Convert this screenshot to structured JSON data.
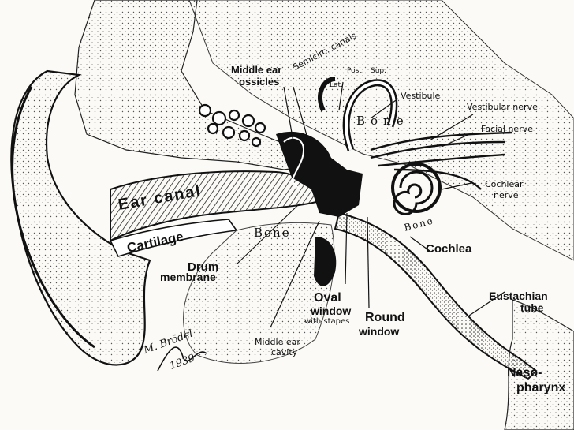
{
  "diagram": {
    "labels": {
      "middle_ear_ossicles_line1": "Middle ear",
      "middle_ear_ossicles_line2": "ossicles",
      "semicircular_canals": "Semicirc. canals",
      "posterior": "Post.",
      "superior": "Sup.",
      "lateral": "Lat.",
      "vestibule": "Vestibule",
      "vestibular_nerve": "Vestibular nerve",
      "facial_nerve": "Facial nerve",
      "cochlear_nerve_line1": "Cochlear",
      "cochlear_nerve_line2": "nerve",
      "bone_upper": "Bone",
      "bone_mid": "Bone",
      "bone_lower": "Bone",
      "ear_canal": "Ear canal",
      "cartilage": "Cartilage",
      "cochlea": "Cochlea",
      "drum_membrane_line1": "Drum",
      "drum_membrane_line2": "membrane",
      "oval_window_line1": "Oval",
      "oval_window_line2": "window",
      "oval_window_line3": "with stapes",
      "round_window_line1": "Round",
      "round_window_line2": "window",
      "eustachian_tube_line1": "Eustachian",
      "eustachian_tube_line2": "tube",
      "middle_ear_cavity_line1": "Middle ear",
      "middle_ear_cavity_line2": "cavity",
      "nasopharynx_line1": "Naso-",
      "nasopharynx_line2": "pharynx"
    },
    "signature": {
      "name": "M. Brödel",
      "year": "1939"
    },
    "ink_color": "#111111",
    "paper_color": "#fbfaf6"
  }
}
